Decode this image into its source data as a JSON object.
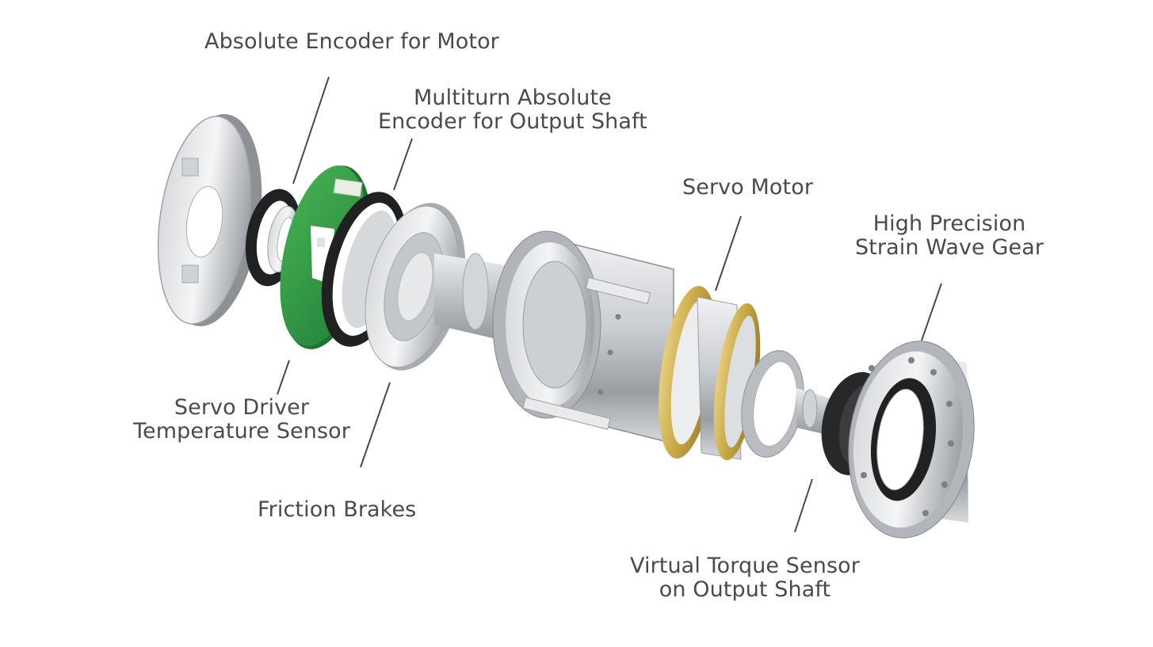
{
  "labels": {
    "absolute_encoder_motor": [
      "Absolute Encoder for Motor"
    ],
    "multiturn_encoder": [
      "Multiturn Absolute",
      "Encoder for Output Shaft"
    ],
    "servo_motor": [
      "Servo Motor"
    ],
    "strain_wave_gear": [
      "High Precision",
      "Strain Wave Gear"
    ],
    "servo_driver_temp": [
      "Servo Driver",
      "Temperature Sensor"
    ],
    "friction_brakes": [
      "Friction Brakes"
    ],
    "virtual_torque": [
      "Virtual Torque Sensor",
      "on Output Shaft"
    ]
  },
  "colors": {
    "metal_light": "#e9ebee",
    "metal_mid": "#b9bdc2",
    "metal_dark": "#7f8489",
    "pcb_green": "#2f9a3e",
    "rubber_black": "#202224",
    "brass": "#c9a848",
    "leader": "#4a4a4a",
    "text": "#4a4a4a"
  }
}
